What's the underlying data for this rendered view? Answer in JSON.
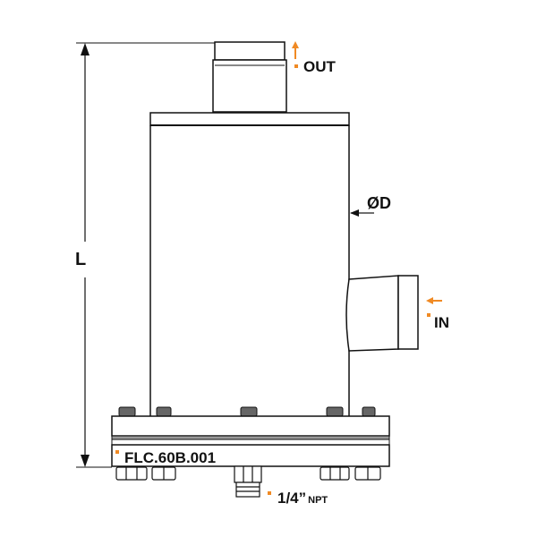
{
  "labels": {
    "out": "OUT",
    "in": "IN",
    "diameter": "ØD",
    "length": "L",
    "part_number": "FLC.60B.001",
    "port_size": "1/4”",
    "port_thread": "NPT"
  },
  "colors": {
    "line": "#111111",
    "accent": "#f08a24",
    "bolt": "#555555"
  }
}
